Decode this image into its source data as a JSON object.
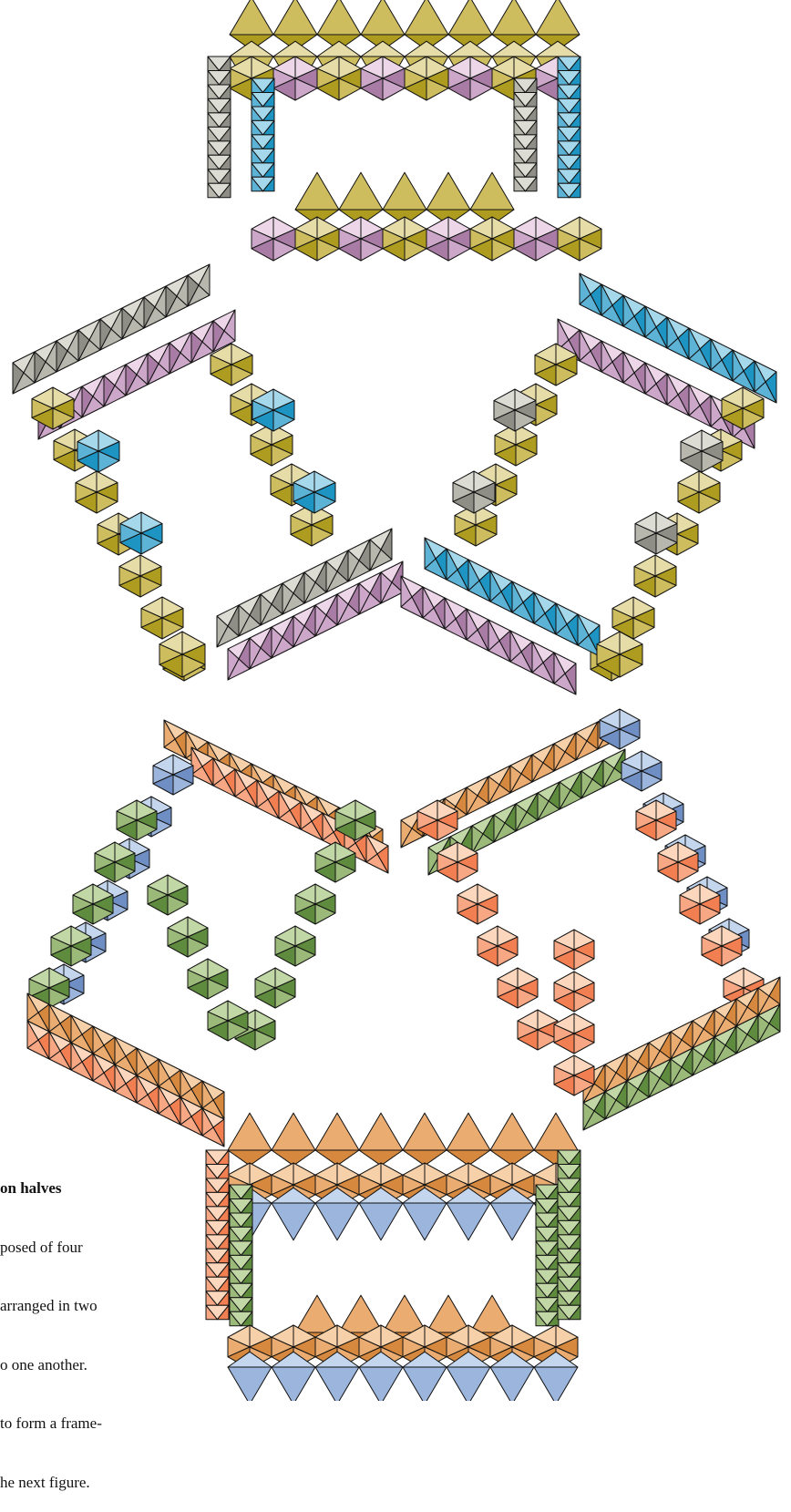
{
  "caption": {
    "title": "on halves",
    "lines": [
      "posed of four",
      "arranged in two",
      "o one another.",
      "to form a frame-",
      "he next figure."
    ]
  },
  "colors": {
    "olive": [
      "#e6dca7",
      "#cdbd5f",
      "#ad9c1f"
    ],
    "pink": [
      "#ecd6e7",
      "#cca7c9",
      "#a97ca5"
    ],
    "blue": [
      "#a5d8ea",
      "#5db3d6",
      "#1d94c2"
    ],
    "gray": [
      "#dcdcd4",
      "#b7b7ae",
      "#8e8e86"
    ],
    "orange": [
      "#fcd7bd",
      "#f7a784",
      "#f17f51"
    ],
    "sand": [
      "#f6d0a8",
      "#eaac70",
      "#d6893e"
    ],
    "steel": [
      "#c3d6ee",
      "#9bb5dc",
      "#6f8fc4"
    ],
    "green": [
      "#c2d7a6",
      "#9bba7a",
      "#5f8b3e"
    ],
    "outline": "#111111"
  },
  "figures": [
    {
      "name": "upper-frame",
      "palette": [
        "olive",
        "pink",
        "blue",
        "gray"
      ]
    },
    {
      "name": "lower-frame",
      "palette": [
        "orange",
        "sand",
        "steel",
        "green"
      ]
    }
  ]
}
